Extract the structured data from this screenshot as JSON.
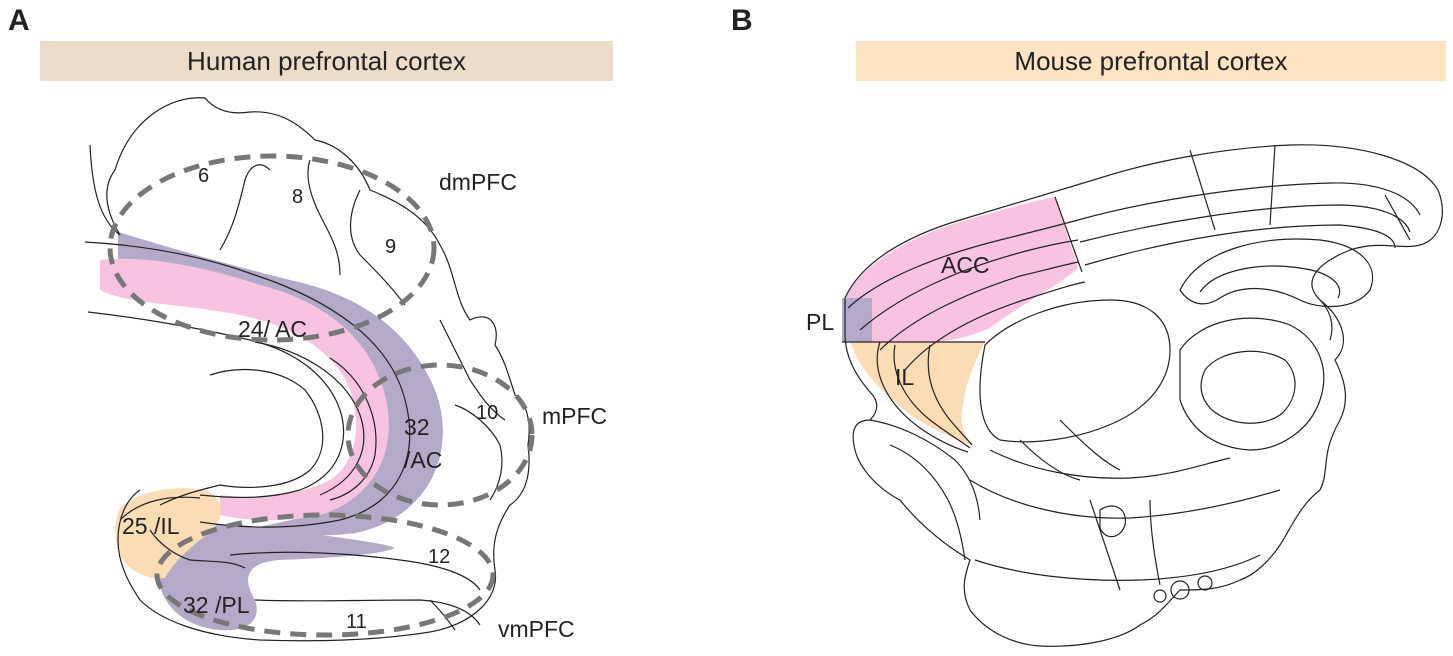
{
  "panel_a": {
    "letter": "A",
    "title": "Human prefrontal cortex",
    "region_labels": {
      "dmpfc": "dmPFC",
      "mpfc": "mPFC",
      "vmpfc": "vmPFC"
    },
    "area_labels": {
      "a6": "6",
      "a8": "8",
      "a9": "9",
      "a10": "10",
      "a11": "11",
      "a12": "12",
      "a24": "24/ AC",
      "a32_top": "32",
      "a32_bottom": "/AC",
      "a25": "25 /IL",
      "a32pl": "32 /PL"
    }
  },
  "panel_b": {
    "letter": "B",
    "title": "Mouse prefrontal cortex",
    "area_labels": {
      "acc": "ACC",
      "pl": "PL",
      "il": "IL"
    }
  },
  "colors": {
    "human_banner": "#eedcca",
    "mouse_banner": "#fde4c2",
    "acc_pink": "#f7c3e1",
    "pl_purple": "#b3a9c9",
    "il_peach": "#fbdcb4",
    "dashed_outline": "#777777"
  }
}
